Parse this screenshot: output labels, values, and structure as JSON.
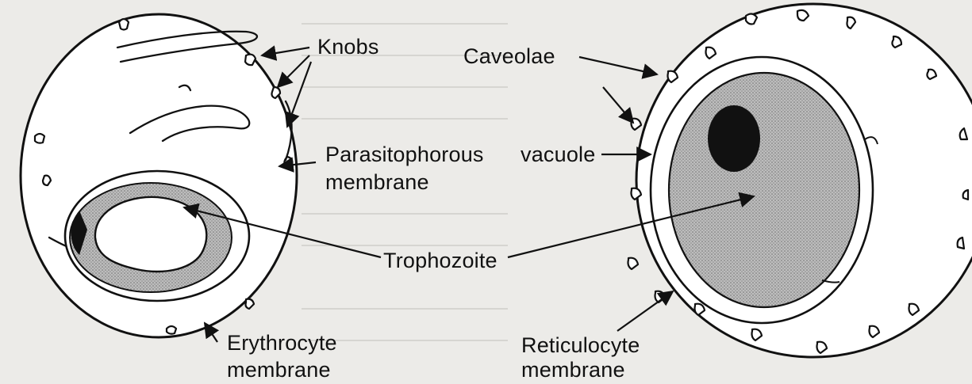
{
  "labels": {
    "knobs": "Knobs",
    "caveolae": "Caveolae",
    "parasitophorous_membrane": [
      "Parasitophorous",
      "membrane"
    ],
    "vacuole": "vacuole",
    "trophozoite": "Trophozoite",
    "erythrocyte_membrane": [
      "Erythrocyte",
      "membrane"
    ],
    "reticulocyte_membrane": [
      "Reticulocyte",
      "membrane"
    ]
  },
  "colors": {
    "background": "#ecebe8",
    "line": "#111111",
    "cell_fill": "#ffffff",
    "parasite_stipple": "#b8b8b8",
    "nucleus": "#111111"
  }
}
